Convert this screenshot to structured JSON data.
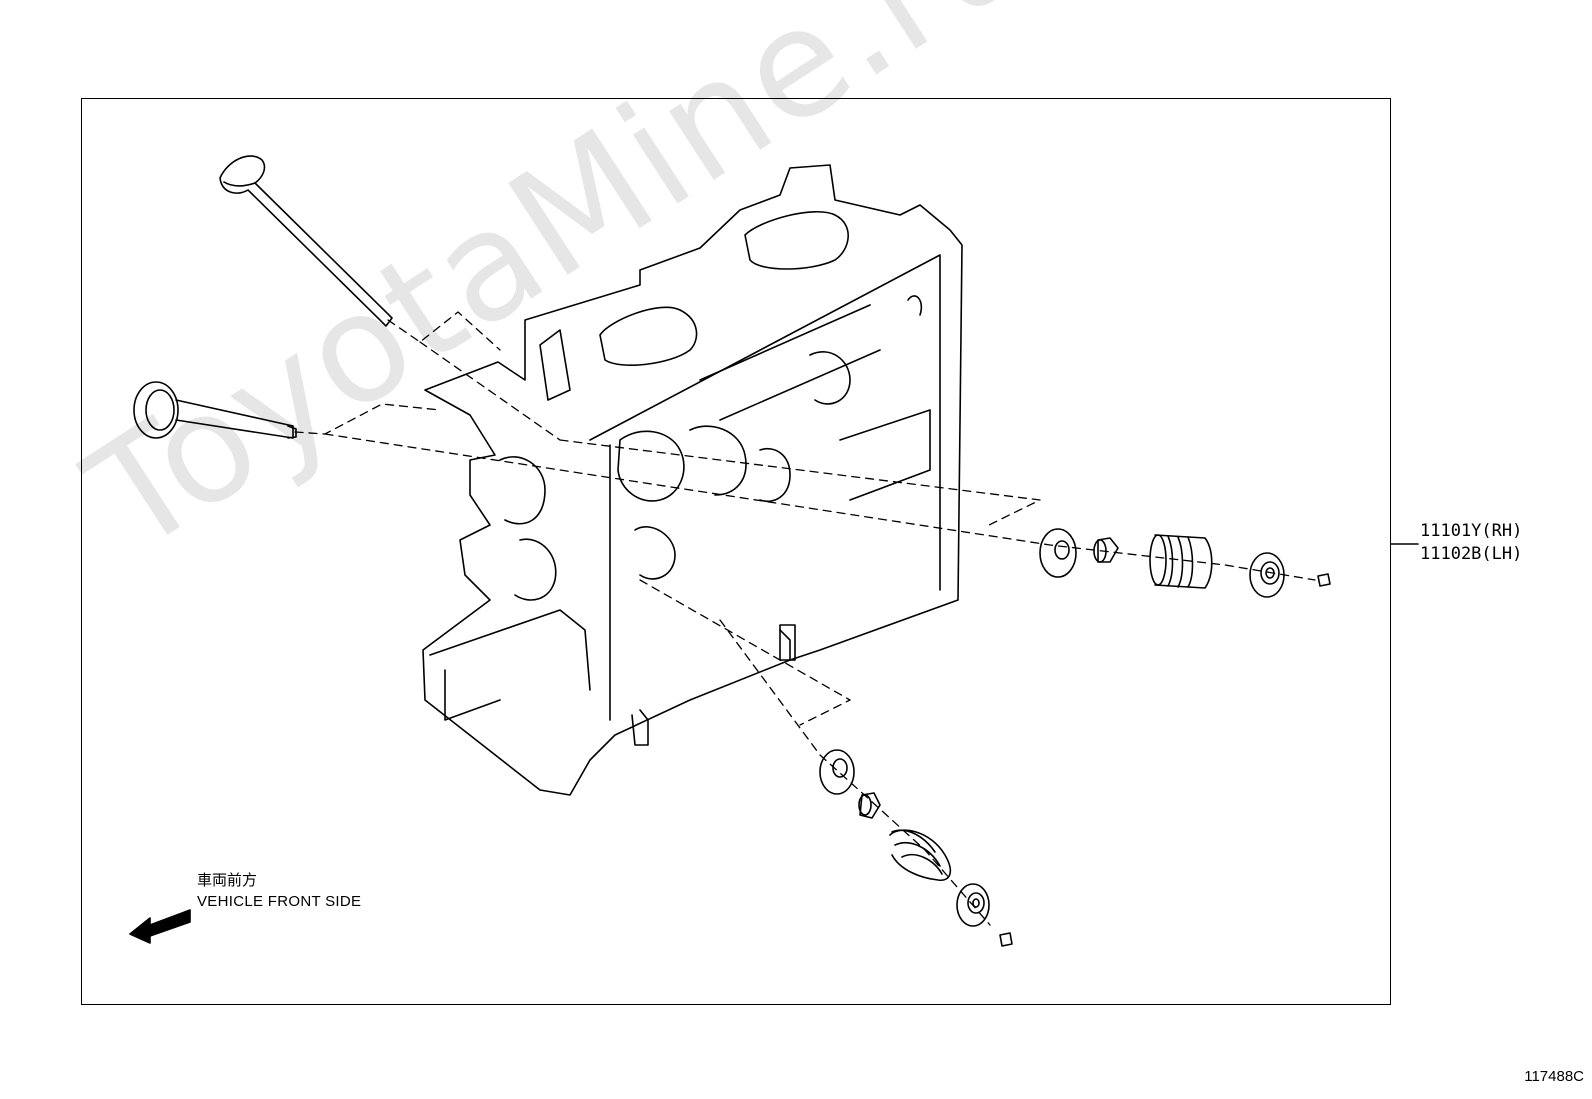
{
  "watermark": "ToyotaMine.ru",
  "callout": {
    "rh": "11101Y(RH)",
    "lh": "11102B(LH)"
  },
  "orientation": {
    "label_jp": "車両前方",
    "label_en": "VEHICLE FRONT SIDE"
  },
  "figure_id": "117488C"
}
